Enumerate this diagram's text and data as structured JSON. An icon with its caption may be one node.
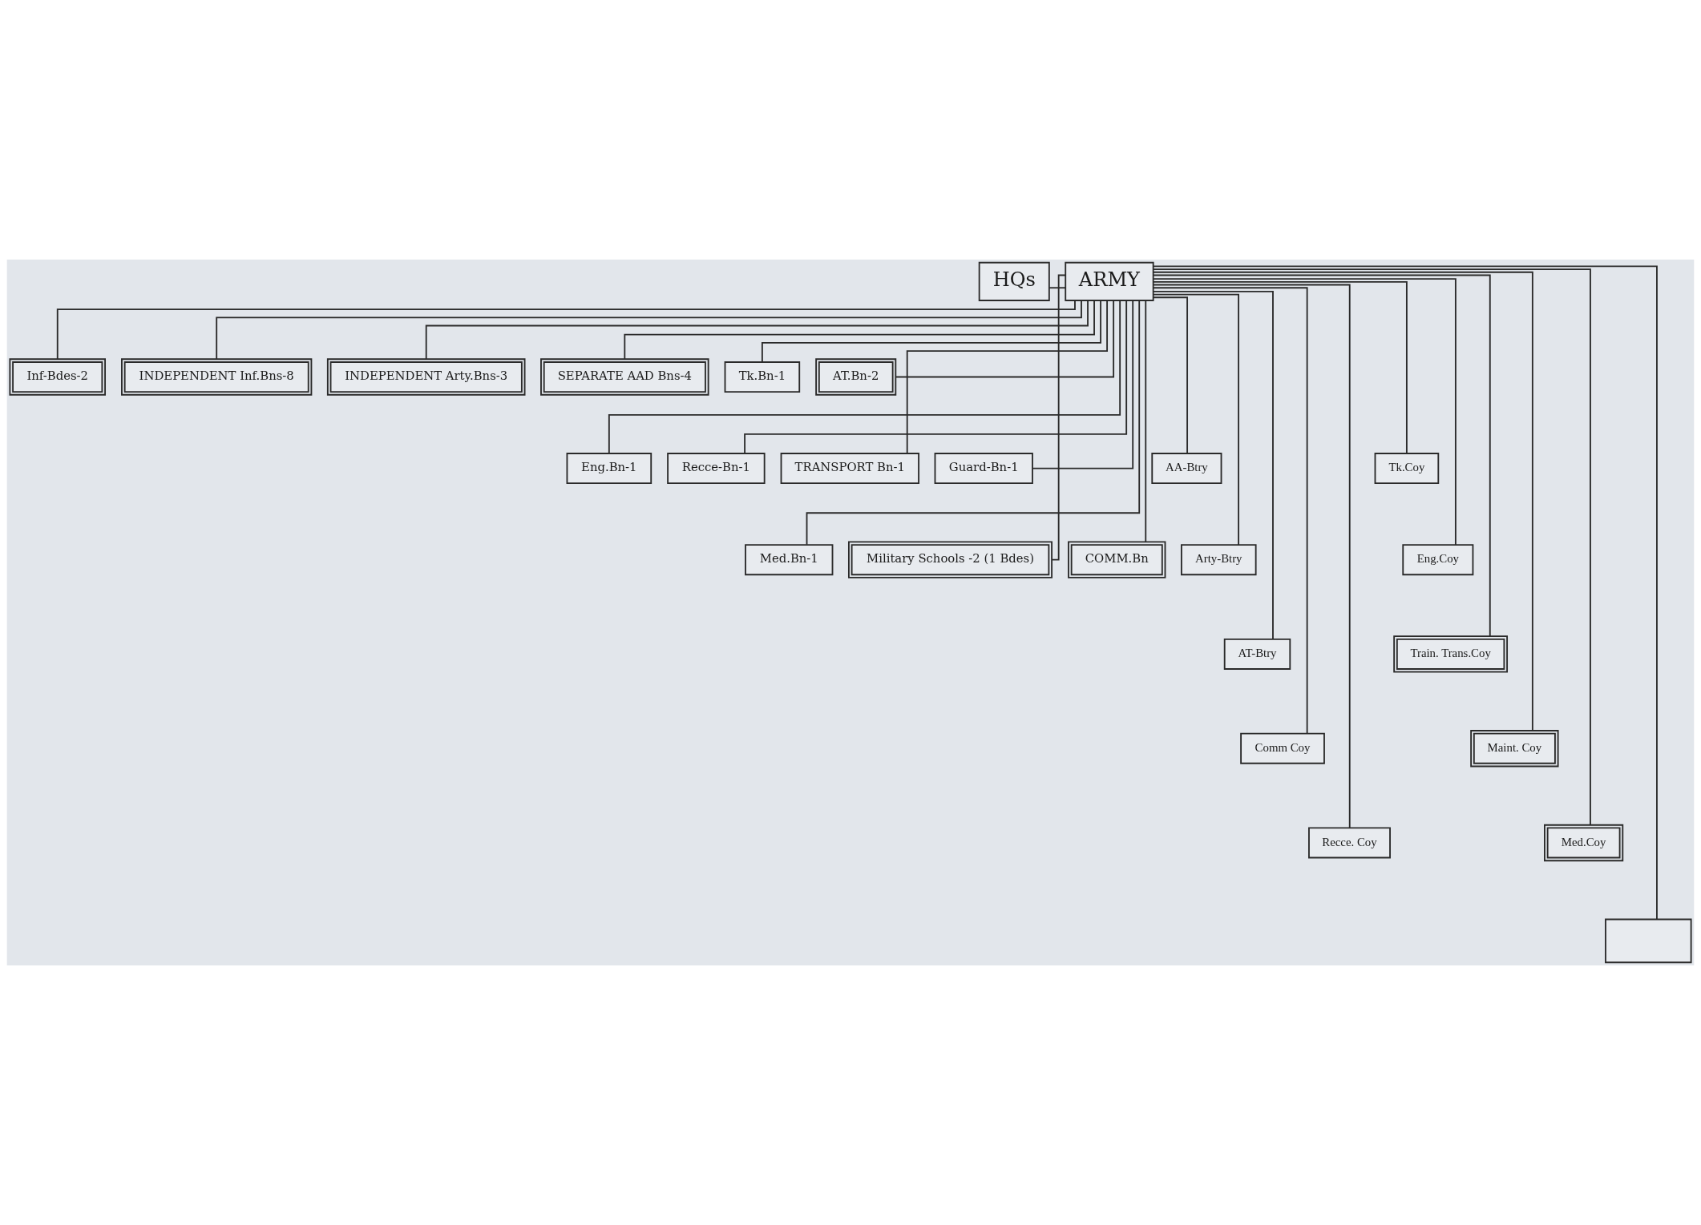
{
  "diagram": {
    "nodes": [
      {
        "text": [
          "HQs"
        ]
      },
      {
        "text": [
          "ARMY"
        ]
      },
      {
        "text": [
          "Inf-Bdes-2"
        ]
      },
      {
        "text": [
          "INDEPENDENT Inf.Bns-8"
        ]
      },
      {
        "text": [
          "INDEPENDENT Arty.Bns-3"
        ]
      },
      {
        "text": [
          "SEPARATE AAD Bns-4"
        ]
      },
      {
        "text": [
          "Tk.Bn-1"
        ]
      },
      {
        "text": [
          "AT.Bn-2"
        ]
      },
      {
        "text": [
          "Eng.Bn-1"
        ]
      },
      {
        "text": [
          "Recce-Bn-1"
        ]
      },
      {
        "text": [
          "TRANSPORT Bn-1"
        ]
      },
      {
        "text": [
          "Guard-Bn-1"
        ]
      },
      {
        "text": [
          "Med.Bn-1"
        ]
      },
      {
        "text": [
          "Military Schools -2 (1 Bdes)"
        ]
      },
      {
        "text": [
          "COMM.Bn"
        ]
      },
      {
        "text": [
          "AA-Btry"
        ]
      },
      {
        "text": [
          "Arty-Btry"
        ]
      },
      {
        "text": [
          "AT-Btry"
        ]
      },
      {
        "text": [
          "Comm Coy"
        ]
      },
      {
        "text": [
          "Recce. Coy"
        ]
      },
      {
        "text": [
          "Tk.Coy"
        ]
      },
      {
        "text": [
          "Eng.Coy"
        ]
      },
      {
        "text": [
          "Train. Trans.Coy"
        ]
      },
      {
        "text": [
          "Maint. Coy"
        ]
      },
      {
        "text": [
          "Med.Coy"
        ]
      },
      {
        "text": [],
        "shape": "box"
      }
    ],
    "edges": [
      {
        "from": 0,
        "to": 1,
        "arrow": "none"
      },
      {
        "from": 1,
        "to": 2,
        "arrow": "none"
      },
      {
        "from": 1,
        "to": 3,
        "arrow": "none"
      },
      {
        "from": 1,
        "to": 4,
        "arrow": "none"
      },
      {
        "from": 1,
        "to": 5,
        "arrow": "none"
      },
      {
        "from": 1,
        "to": 6,
        "arrow": "none"
      },
      {
        "from": 1,
        "to": 7,
        "arrow": "none"
      },
      {
        "from": 1,
        "to": 8,
        "arrow": "none"
      },
      {
        "from": 1,
        "to": 9,
        "arrow": "none"
      },
      {
        "from": 1,
        "to": 10,
        "arrow": "none"
      },
      {
        "from": 1,
        "to": 11,
        "arrow": "none"
      },
      {
        "from": 1,
        "to": 12,
        "arrow": "none"
      },
      {
        "from": 1,
        "to": 13,
        "arrow": "none"
      },
      {
        "from": 1,
        "to": 14,
        "arrow": "none"
      },
      {
        "from": 1,
        "to": 15,
        "arrow": "none"
      },
      {
        "from": 1,
        "to": 16,
        "arrow": "none"
      },
      {
        "from": 1,
        "to": 17,
        "arrow": "none"
      },
      {
        "from": 1,
        "to": 18,
        "arrow": "none"
      },
      {
        "from": 1,
        "to": 19,
        "arrow": "none"
      },
      {
        "from": 1,
        "to": 20,
        "arrow": "none"
      },
      {
        "from": 1,
        "to": 21,
        "arrow": "none"
      },
      {
        "from": 1,
        "to": 22,
        "arrow": "none"
      },
      {
        "from": 1,
        "to": 23,
        "arrow": "none"
      },
      {
        "from": 1,
        "to": 24,
        "arrow": "none"
      },
      {
        "from": 1,
        "to": 25,
        "arrow": "none"
      }
    ]
  }
}
